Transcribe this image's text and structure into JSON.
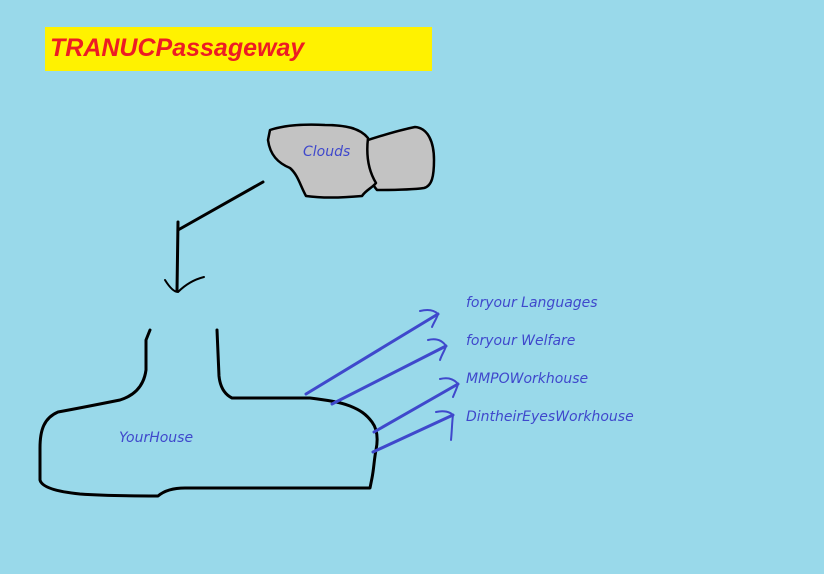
{
  "title": "TRANUCPassageway",
  "nodes": {
    "clouds": "Clouds",
    "house": "YourHouse"
  },
  "destinations": [
    "foryour Languages",
    "foryour Welfare",
    "MMPOWorkhouse",
    "DintheirEyesWorkhouse"
  ],
  "colors": {
    "background": "#99d9ea",
    "title_bg": "#fff200",
    "title_text": "#ed1c24",
    "label_text": "#3f48cc",
    "arrow": "#3f48cc",
    "outline": "#000000",
    "cloud_fill": "#c3c3c3"
  }
}
